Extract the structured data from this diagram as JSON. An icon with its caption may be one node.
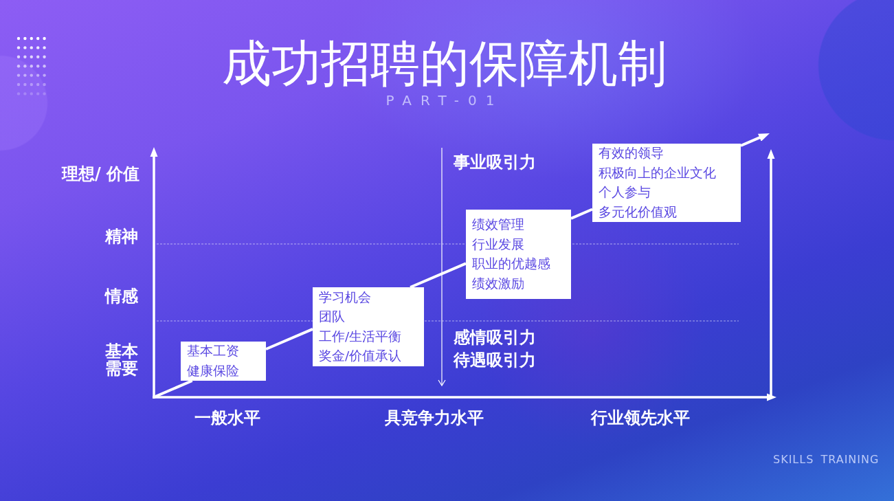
{
  "diagram": {
    "title": "成功招聘的保障机制",
    "nodes": [
      {
        "text": [
          "基本工资",
          "健康保险"
        ]
      },
      {
        "text": [
          "学习机会",
          "团队",
          "工作/生活平衡",
          "奖金/价值承认"
        ]
      },
      {
        "text": [
          "绩效管理",
          "行业发展",
          "职业的优越感",
          "绩效激励"
        ]
      },
      {
        "text": [
          "有效的领导",
          "积极向上的企业文化",
          "个人参与",
          "多元化价值观"
        ]
      }
    ],
    "edges": [
      {
        "from": null,
        "to": 0,
        "arrow": "none"
      },
      {
        "from": 0,
        "to": 1,
        "arrow": "none"
      },
      {
        "from": 1,
        "to": 2,
        "arrow": "none"
      },
      {
        "from": 2,
        "to": 3,
        "arrow": "none"
      },
      {
        "from": 3,
        "to": null,
        "arrow": "to"
      }
    ],
    "labels": [
      "PART-01",
      "理想/ 价值",
      "事业吸引力",
      "精神",
      "情感",
      "感情吸引力",
      "基本需要",
      "待遇吸引力",
      "一般水平",
      "具竞争力水平",
      "行业领先水平",
      "SKILLS TRAINING"
    ]
  }
}
